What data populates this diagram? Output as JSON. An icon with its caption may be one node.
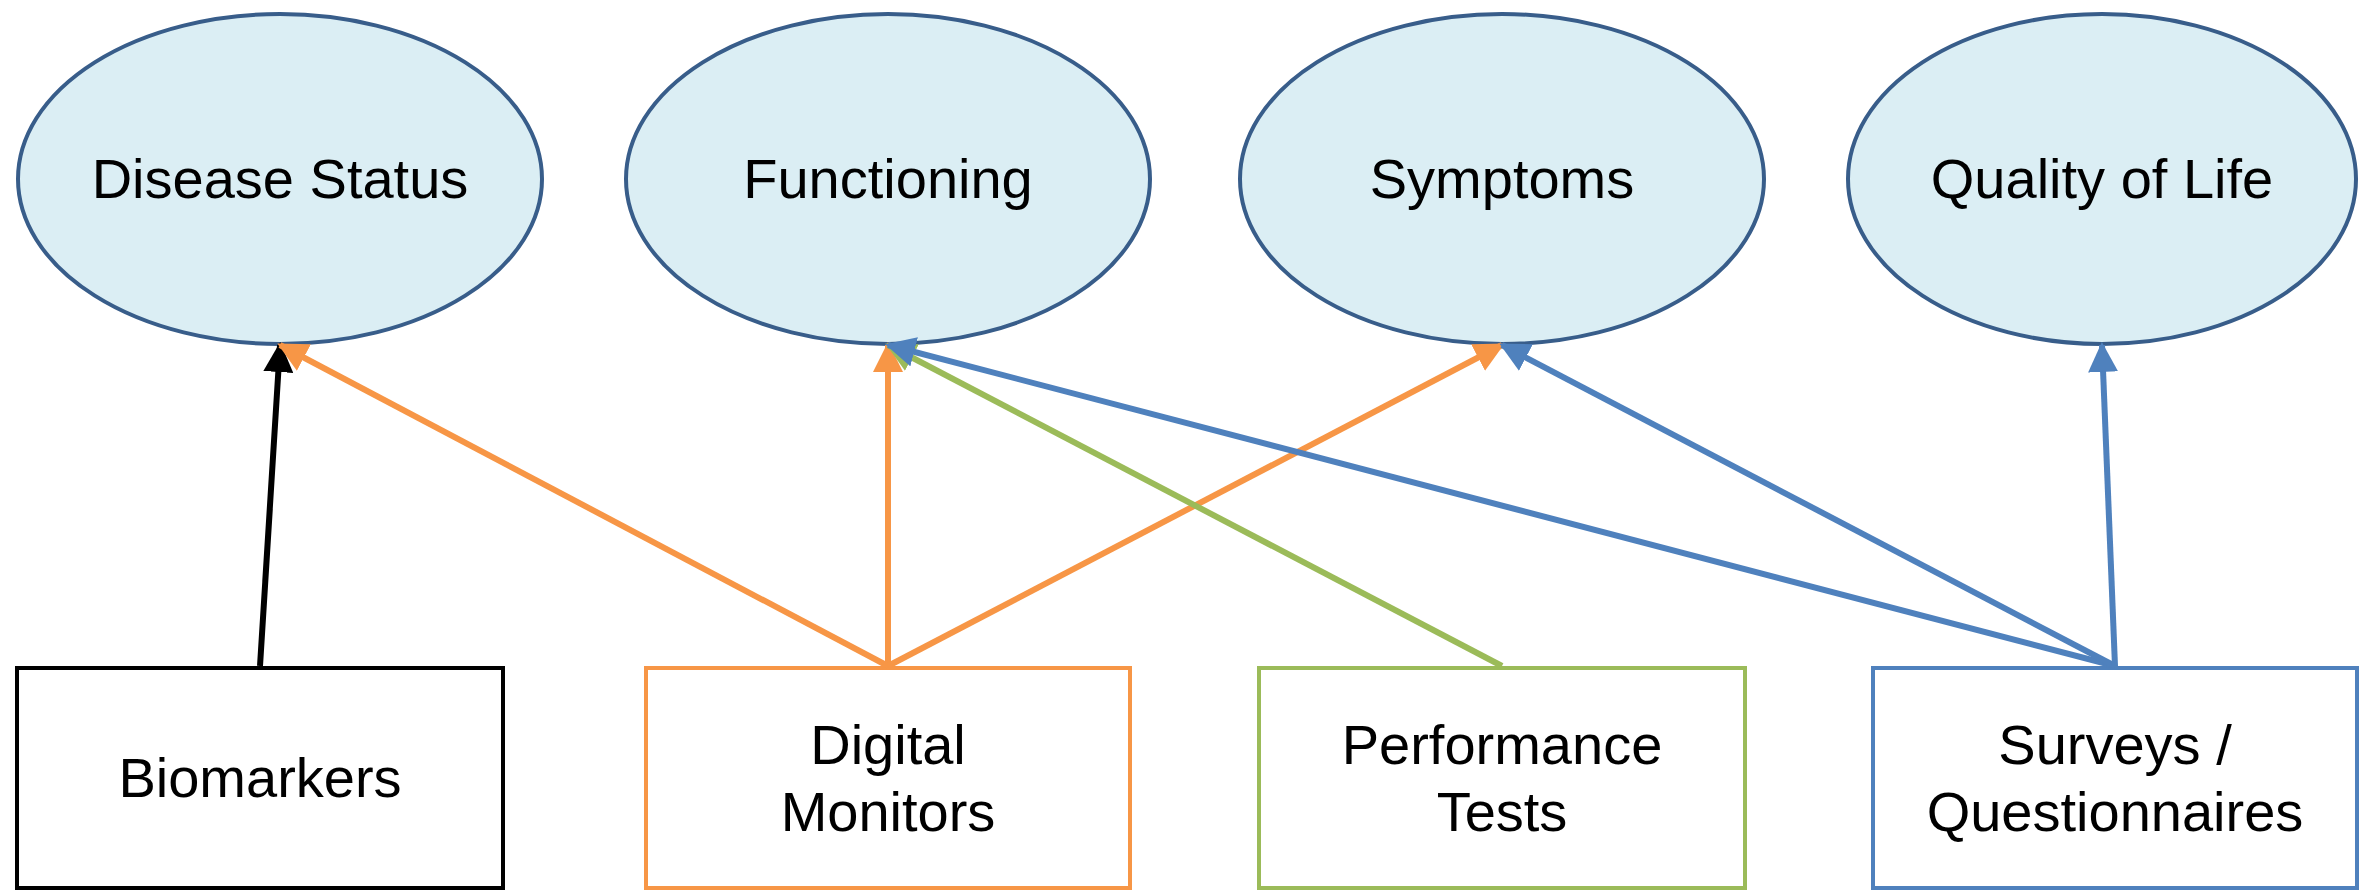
{
  "diagram": {
    "nodes": [
      {
        "text": [
          "Disease Status"
        ]
      },
      {
        "text": [
          "Functioning"
        ]
      },
      {
        "text": [
          "Symptoms"
        ]
      },
      {
        "text": [
          "Quality of Life"
        ]
      },
      {
        "text": [
          "Biomarkers"
        ]
      },
      {
        "text": [
          "Digital Monitors"
        ]
      },
      {
        "text": [
          "Performance Tests"
        ]
      },
      {
        "text": [
          "Surveys / Questionnaires"
        ]
      }
    ],
    "edges": [
      {
        "from": 4,
        "to": 0,
        "arrow": "to",
        "color": "#000000"
      },
      {
        "from": 5,
        "to": 0,
        "arrow": "to",
        "color": "#f79646"
      },
      {
        "from": 5,
        "to": 1,
        "arrow": "to",
        "color": "#f79646"
      },
      {
        "from": 5,
        "to": 2,
        "arrow": "to",
        "color": "#f79646"
      },
      {
        "from": 6,
        "to": 1,
        "arrow": "to",
        "color": "#9bbb59"
      },
      {
        "from": 7,
        "to": 1,
        "arrow": "to",
        "color": "#4f81bd"
      },
      {
        "from": 7,
        "to": 2,
        "arrow": "to",
        "color": "#4f81bd"
      },
      {
        "from": 7,
        "to": 3,
        "arrow": "to",
        "color": "#4f81bd"
      }
    ]
  }
}
